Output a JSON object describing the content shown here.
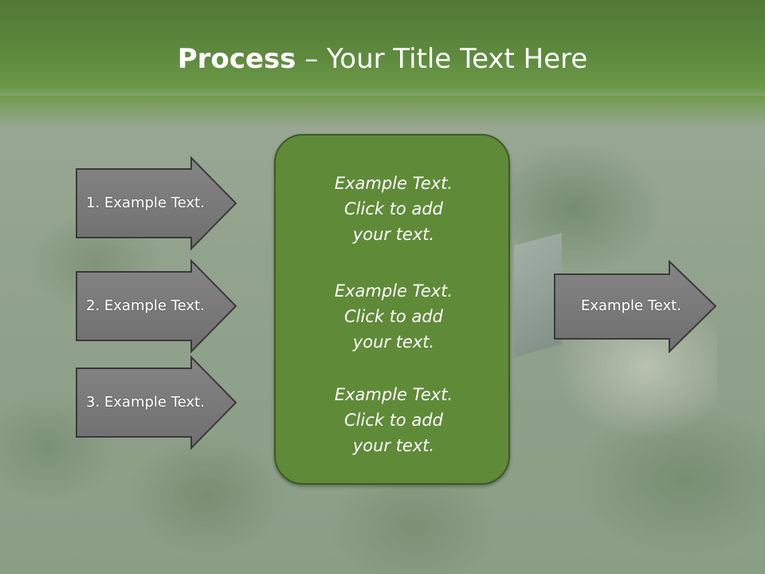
{
  "slide": {
    "title_bold": "Process",
    "title_rest": " – Your Title Text Here"
  },
  "diagram": {
    "inputs": [
      {
        "label": "1. Example Text."
      },
      {
        "label": "2. Example Text."
      },
      {
        "label": "3. Example Text."
      }
    ],
    "center": {
      "blocks": [
        {
          "lines": [
            "Example Text.",
            "Click  to add",
            "your text."
          ]
        },
        {
          "lines": [
            "Example Text.",
            "Click  to add",
            "your text."
          ]
        },
        {
          "lines": [
            "Example Text.",
            "Click  to add",
            "your text."
          ]
        }
      ]
    },
    "output": {
      "label": "Example Text."
    }
  },
  "colors": {
    "header": "#5e8a3e",
    "center_fill": "#5f8a38",
    "arrow_fill": "#7a7a7a",
    "arrow_stroke": "#3a3a3a"
  }
}
